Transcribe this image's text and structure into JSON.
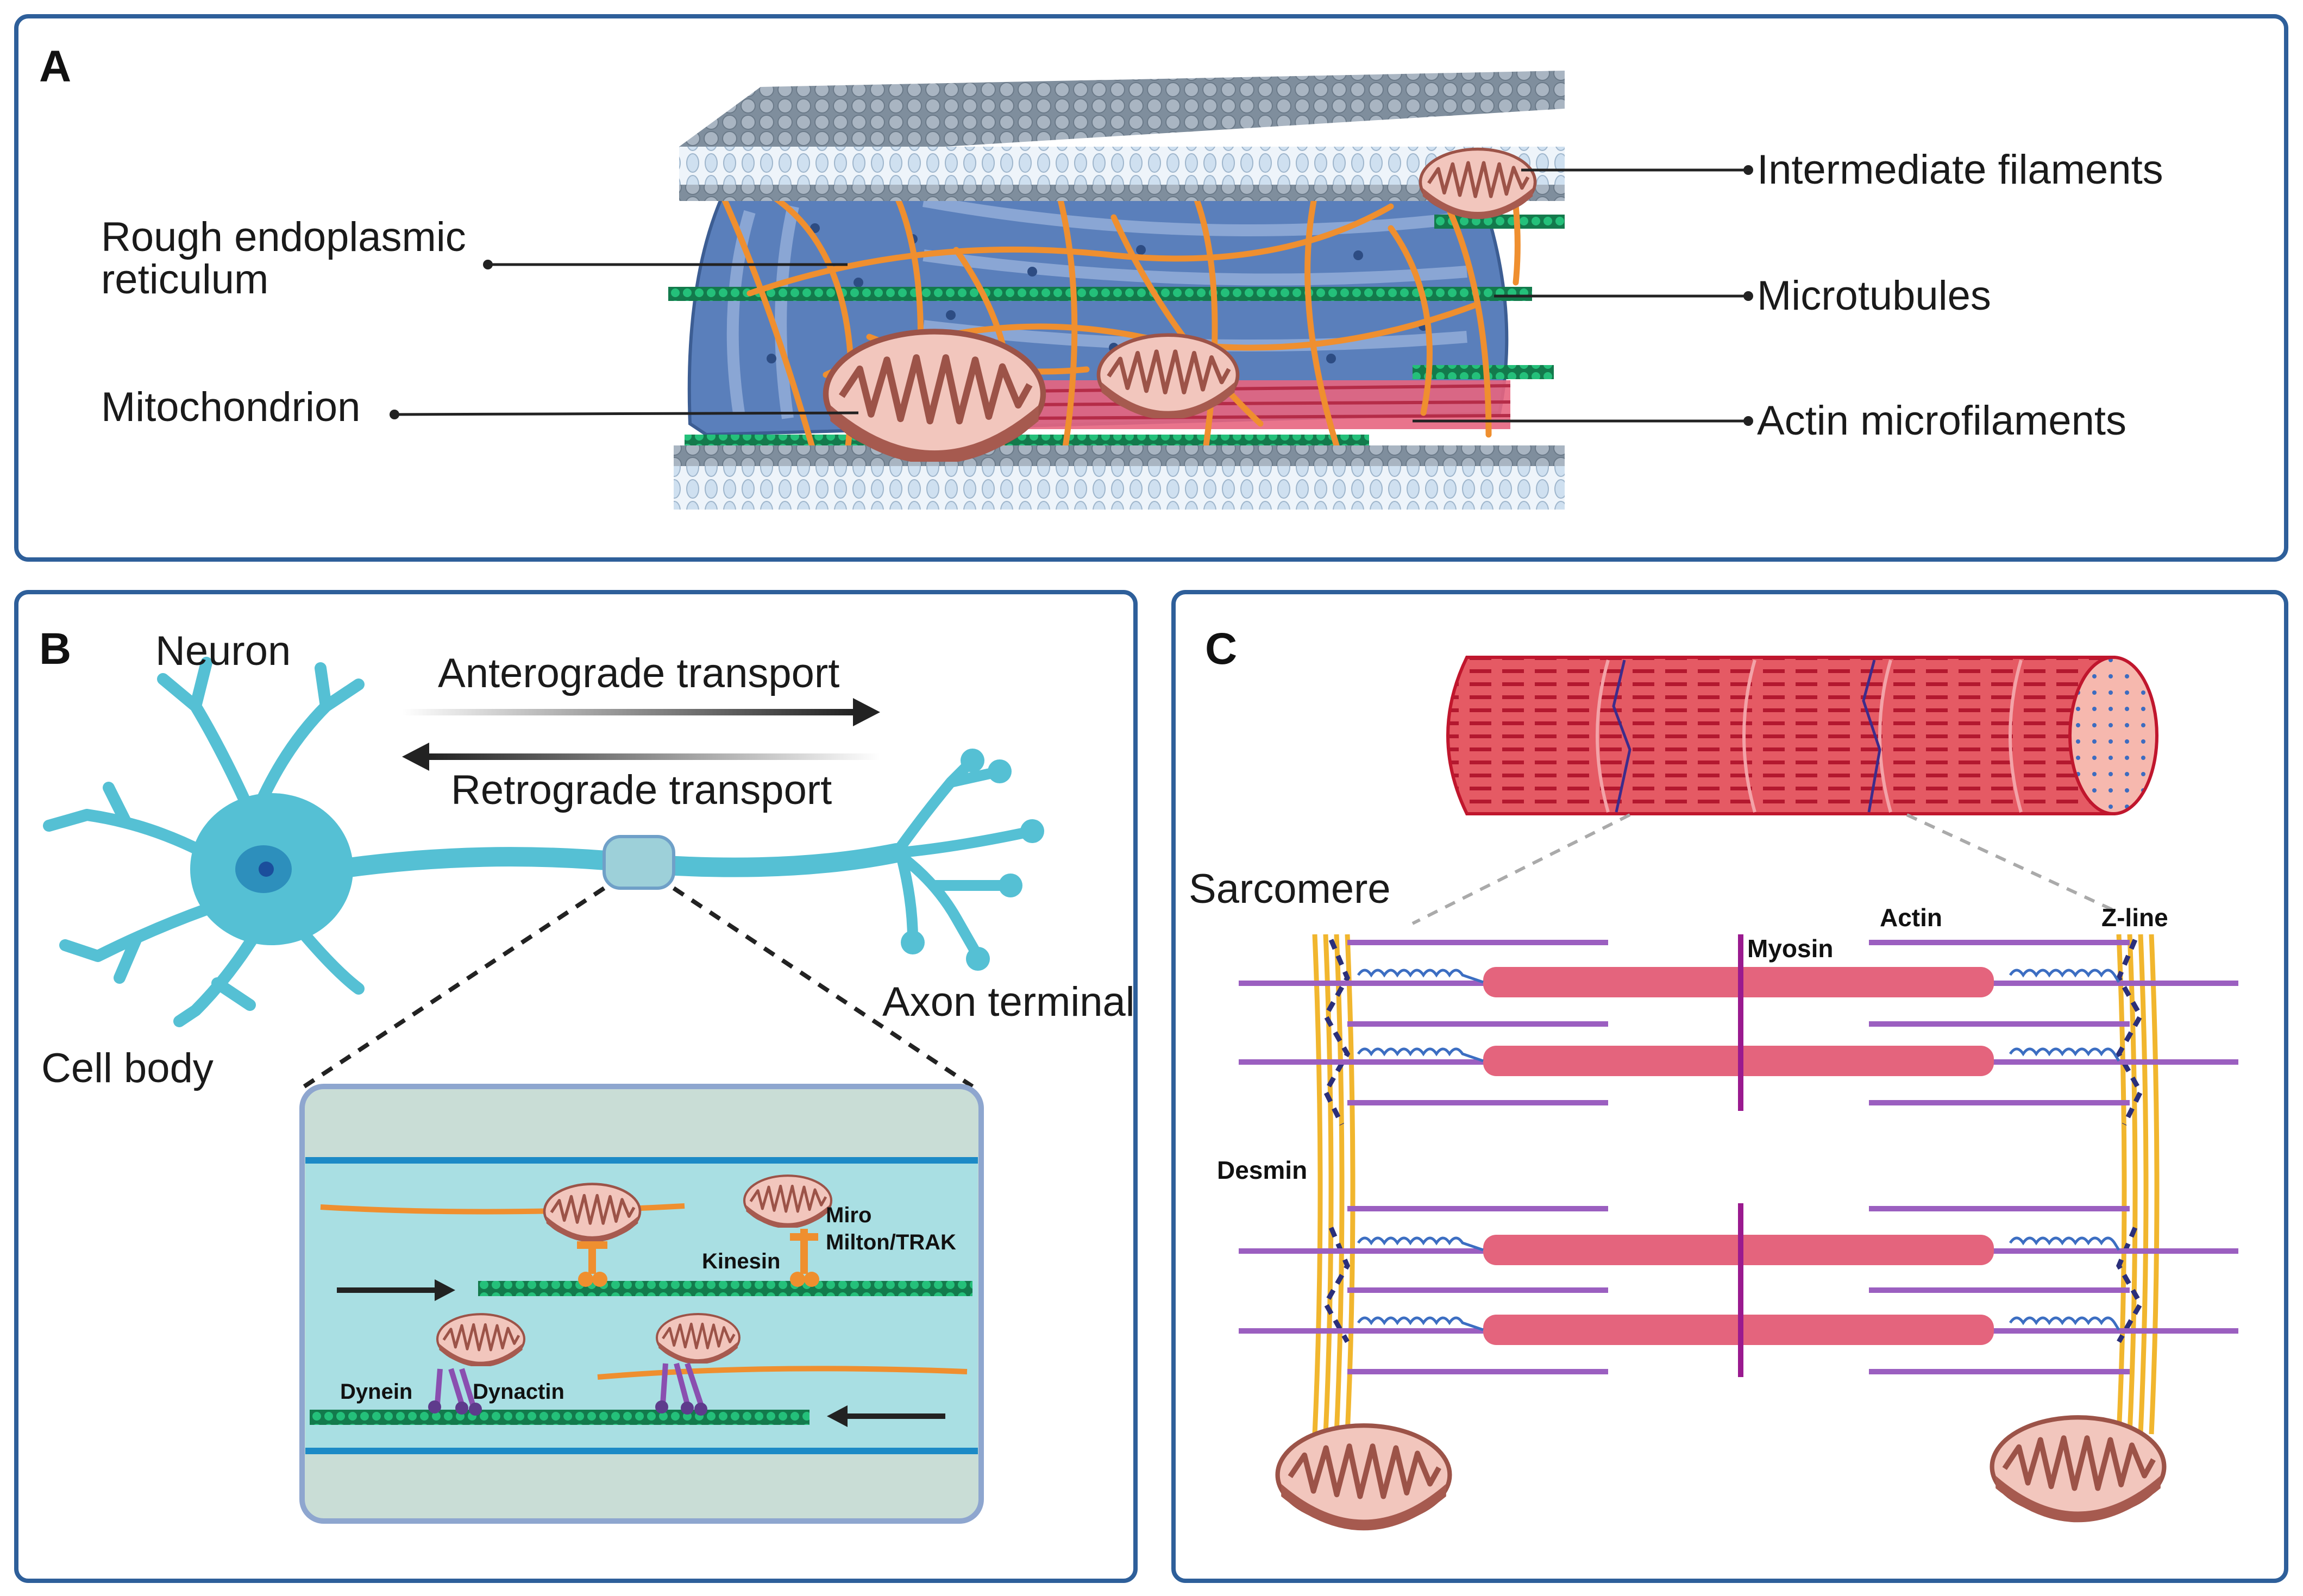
{
  "colors": {
    "panel_border": "#2e5f9a",
    "membrane_top": "#9aa7b5",
    "membrane_tail": "#dfe9f4",
    "er": "#4f73ad",
    "intermediate_filament": "#ef8f2f",
    "microtubule": "#1eaa6c",
    "actin": "#ea6f88",
    "mitochondrion": "#f2c6bd",
    "mito_outline": "#a55b4f",
    "neuron": "#55c0d4",
    "axon_box": "#c9ddd6",
    "myosin": "#e4647d",
    "zline_bar": "#f1b62e",
    "titin": "#3c6ec2",
    "actin_c": "#9b5fc0"
  },
  "panelA": {
    "letter": "A",
    "labels": {
      "rough_er": [
        "Rough endoplasmic",
        "reticulum"
      ],
      "mitochondrion": "Mitochondrion",
      "intermediate_filaments": "Intermediate filaments",
      "microtubules": "Microtubules",
      "actin_microfilaments": "Actin microfilaments"
    }
  },
  "panelB": {
    "letter": "B",
    "labels": {
      "neuron": "Neuron",
      "anterograde": "Anterograde transport",
      "retrograde": "Retrograde transport",
      "cell_body": "Cell body",
      "axon_terminal": "Axon terminal",
      "miro": "Miro",
      "milton": "Milton/TRAK",
      "kinesin": "Kinesin",
      "dynein": "Dynein",
      "dynactin": "Dynactin"
    }
  },
  "panelC": {
    "letter": "C",
    "labels": {
      "sarcomere": "Sarcomere",
      "myosin": "Myosin",
      "actin": "Actin",
      "zline": "Z-line",
      "desmin": "Desmin"
    }
  }
}
